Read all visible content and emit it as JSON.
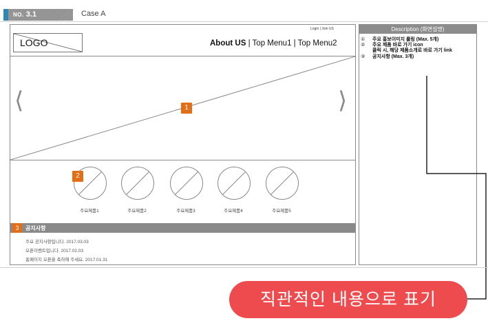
{
  "header": {
    "no_label": "NO.",
    "no_value": "3.1",
    "case_label": "Case A"
  },
  "site": {
    "logo": "LOGO",
    "util_links": "Login | Join US",
    "menu_first": "About US",
    "menu_rest": " | Top Menu1 | Top Menu2"
  },
  "slider": {
    "prev_glyph": "⟨",
    "next_glyph": "⟩",
    "badge": "1"
  },
  "products": {
    "badge": "2",
    "items": [
      "주요제품1",
      "주요제품2",
      "주요제품3",
      "주요제품4",
      "주요제품5"
    ]
  },
  "notice": {
    "badge": "3",
    "title": "공지사항",
    "items": [
      "주요 공지사항입니다.  2017.03.03",
      "오픈이벤트입니다. 2017.02.03",
      "홈페이지 오픈을 축하해 주세요. 2017.01.31"
    ]
  },
  "description": {
    "title": "Description (화면설명)",
    "rows": [
      {
        "num": "①",
        "text": "주요 홍보이미지 롤링 (Max. 5개)"
      },
      {
        "num": "②",
        "text": "주요 제품 바로 가기 icon"
      },
      {
        "num": "",
        "text": "클릭 시, 해당 제품소개로 바로 가기 link"
      },
      {
        "num": "③",
        "text": "공지사항 (Max. 3개)"
      }
    ]
  },
  "callout": {
    "text": "직관적인 내용으로 표기"
  },
  "colors": {
    "accent_blue": "#2f86b7",
    "badge_orange": "#e46e16",
    "callout_red": "#ee4b4e",
    "bar_gray": "#8a8a8a"
  }
}
